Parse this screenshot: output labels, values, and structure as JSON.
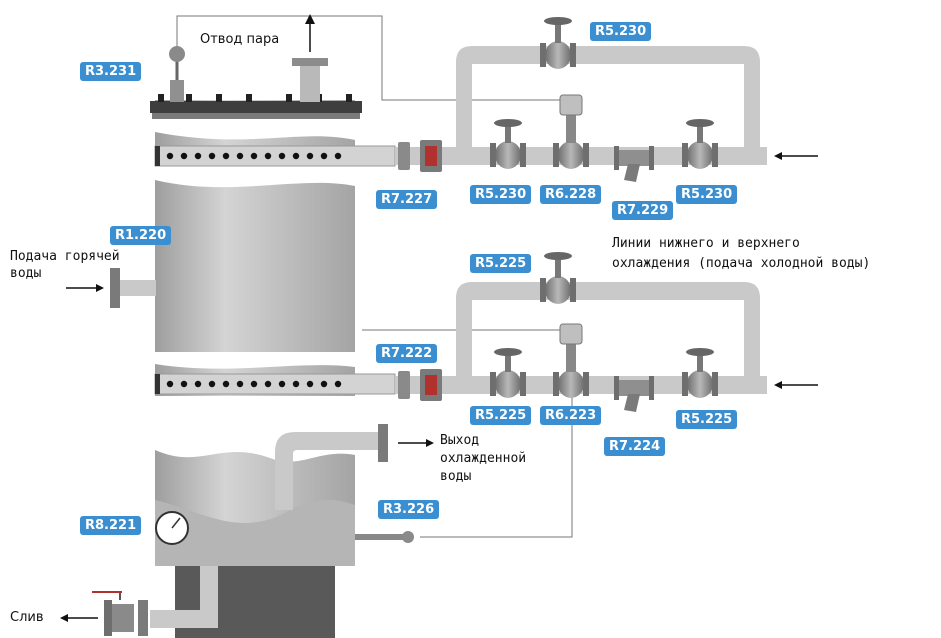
{
  "labels": {
    "steam_outlet": "Отвод пара",
    "hot_water_supply_line1": "Подача горячей",
    "hot_water_supply_line2": "воды",
    "cooling_lines_line1": "Линии нижнего и верхнего",
    "cooling_lines_line2": "охлаждения (подача холодной воды)",
    "cooled_water_line1": "Выход",
    "cooled_water_line2": "охлажденной",
    "cooled_water_line3": "воды",
    "drain": "Слив"
  },
  "badges": {
    "r3_231": "R3.231",
    "r5_230_top": "R5.230",
    "r7_227": "R7.227",
    "r5_230_left": "R5.230",
    "r6_228": "R6.228",
    "r5_230_right": "R5.230",
    "r7_229": "R7.229",
    "r1_220": "R1.220",
    "r5_225_top": "R5.225",
    "r7_222": "R7.222",
    "r5_225_left": "R5.225",
    "r6_223": "R6.223",
    "r5_225_right": "R5.225",
    "r7_224": "R7.224",
    "r8_221": "R8.221",
    "r3_226": "R3.226"
  },
  "colors": {
    "badge_bg": "#3b8fd0",
    "pipe": "#c9c9c9",
    "vessel": "#b7b7b7",
    "vessel_base": "#595959",
    "valve": "#8a8a8a",
    "flange_accent": "#b1312f"
  }
}
